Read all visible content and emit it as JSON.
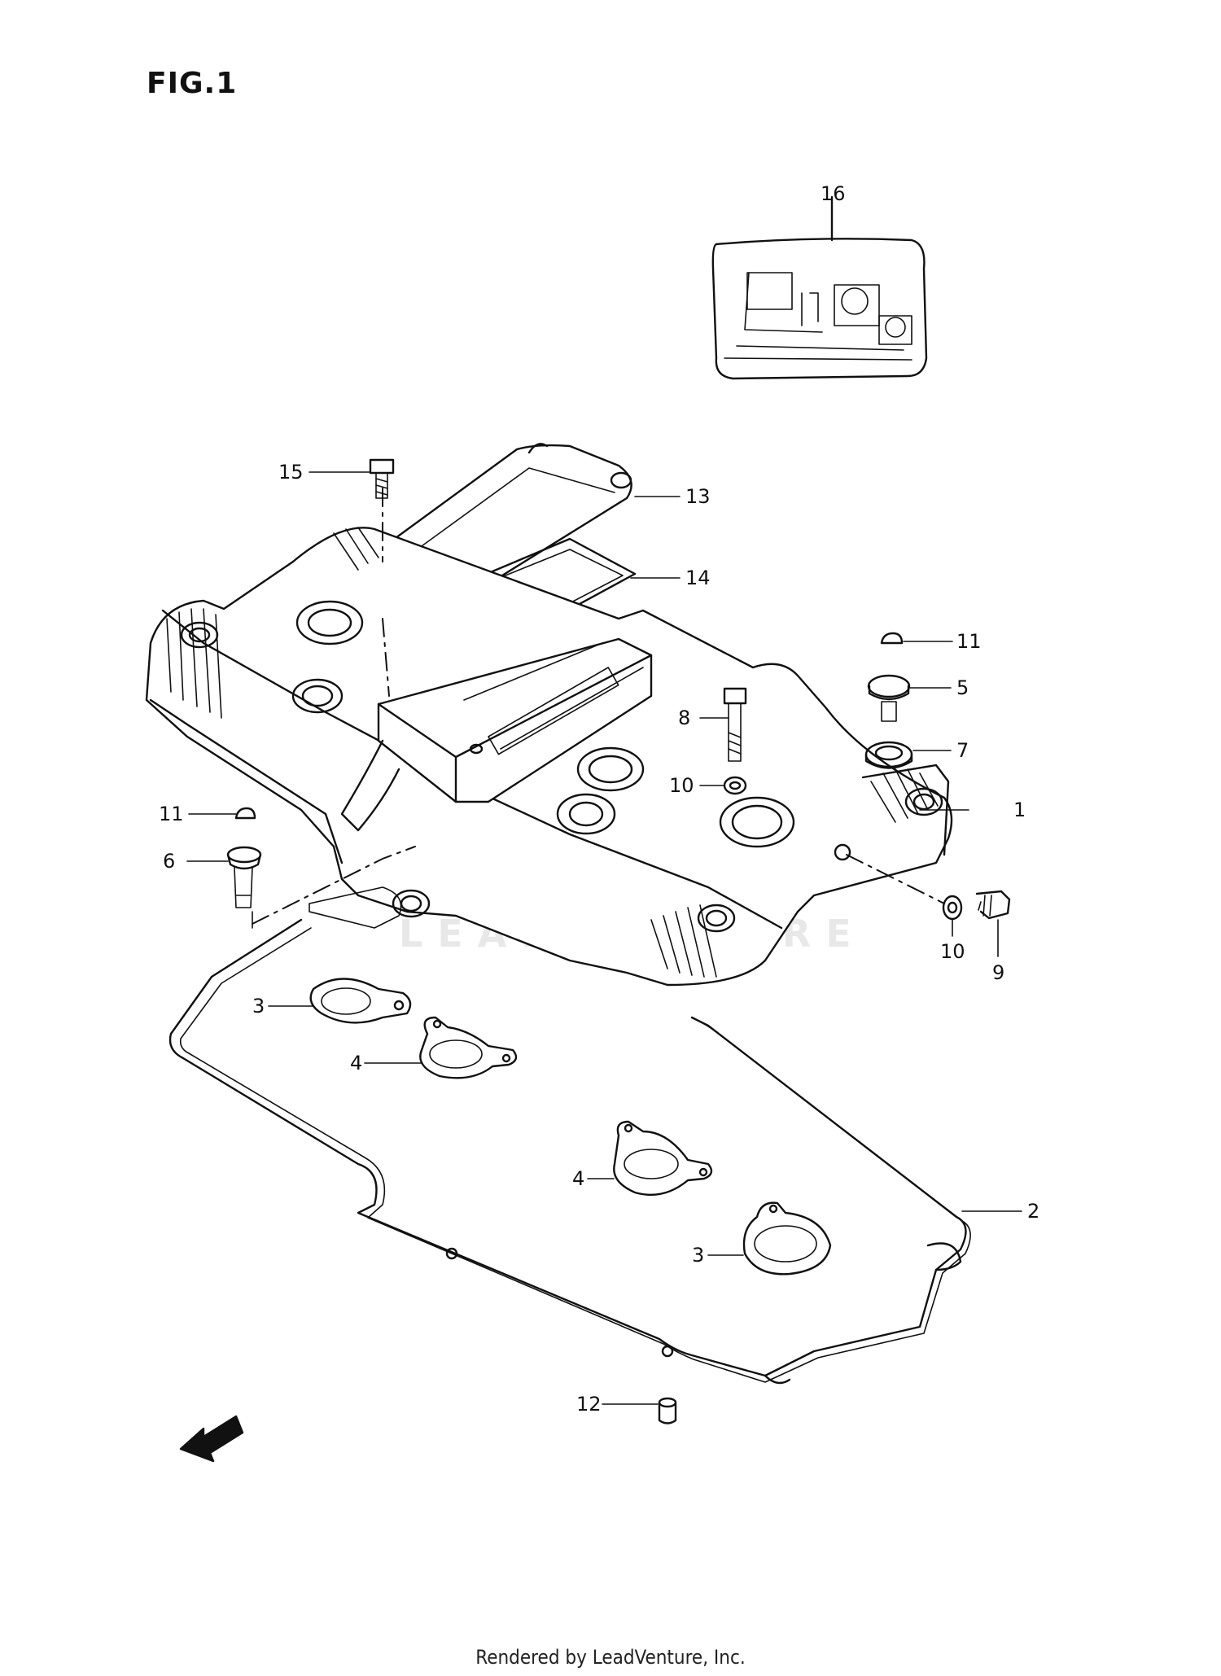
{
  "figure": {
    "title": "FIG.1",
    "footer": "Rendered by LeadVenture, Inc.",
    "watermark": "LEADVENTURE",
    "fwd_label": "FWD"
  },
  "callouts": {
    "c1": "1",
    "c2": "2",
    "c3a": "3",
    "c3b": "3",
    "c4a": "4",
    "c4b": "4",
    "c5": "5",
    "c6": "6",
    "c7": "7",
    "c8": "8",
    "c9": "9",
    "c10a": "10",
    "c10b": "10",
    "c11a": "11",
    "c11b": "11",
    "c12": "12",
    "c13": "13",
    "c14": "14",
    "c15": "15",
    "c16": "16"
  },
  "colors": {
    "line": "#111111",
    "background": "#ffffff",
    "watermark": "#e8e8e8"
  }
}
